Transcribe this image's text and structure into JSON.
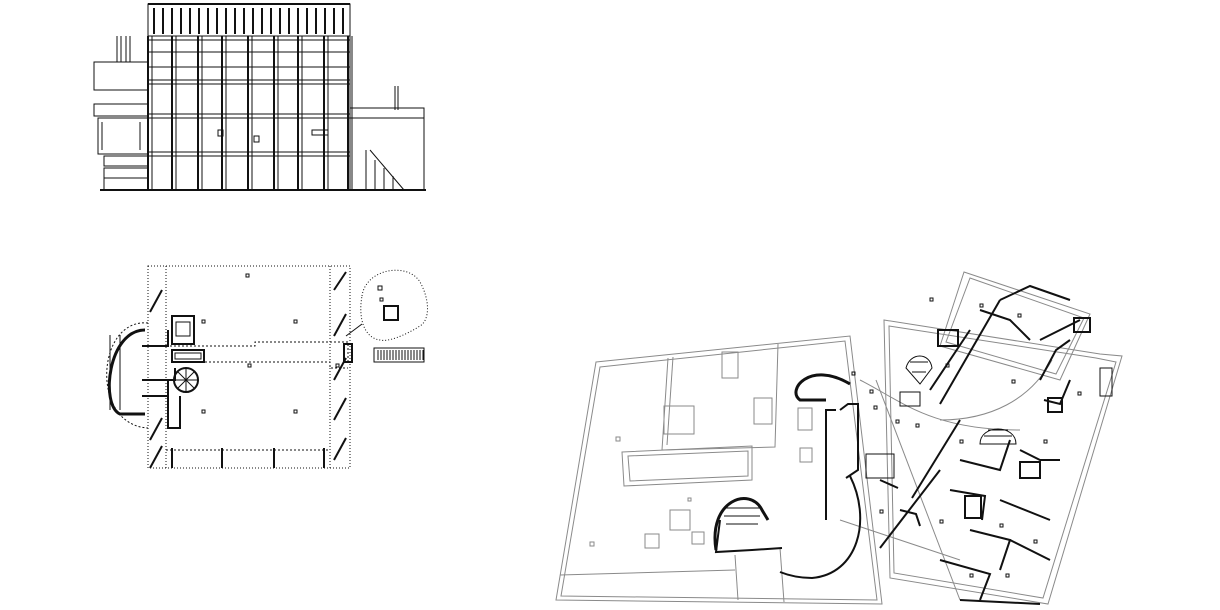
{
  "drawing": {
    "views": [
      {
        "id": "elevation",
        "kind": "facade elevation"
      },
      {
        "id": "ground-plan",
        "kind": "ground floor plan"
      },
      {
        "id": "upper-plan",
        "kind": "overlaid floor plans"
      }
    ],
    "colors": {
      "line": "#111111",
      "secondary": "#8a8a8a",
      "background": "#ffffff"
    }
  }
}
